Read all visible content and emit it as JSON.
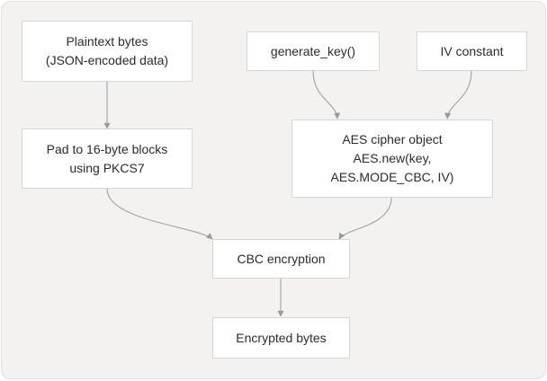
{
  "colors": {
    "background": "#f3f2f1",
    "node_fill": "#ffffff",
    "node_border": "#d7d6d4",
    "edge": "#999999",
    "text": "#2b2b2b"
  },
  "nodes": {
    "plaintext": {
      "lines": [
        "Plaintext bytes",
        "(JSON-encoded data)"
      ]
    },
    "generate_key": {
      "lines": [
        "generate_key()"
      ]
    },
    "iv_constant": {
      "lines": [
        "IV constant"
      ]
    },
    "pad": {
      "lines": [
        "Pad to 16-byte blocks",
        "using PKCS7"
      ]
    },
    "aes_cipher": {
      "lines": [
        "AES cipher object",
        "AES.new(key,",
        "AES.MODE_CBC, IV)"
      ]
    },
    "cbc": {
      "lines": [
        "CBC encryption"
      ]
    },
    "encrypted": {
      "lines": [
        "Encrypted bytes"
      ]
    }
  }
}
